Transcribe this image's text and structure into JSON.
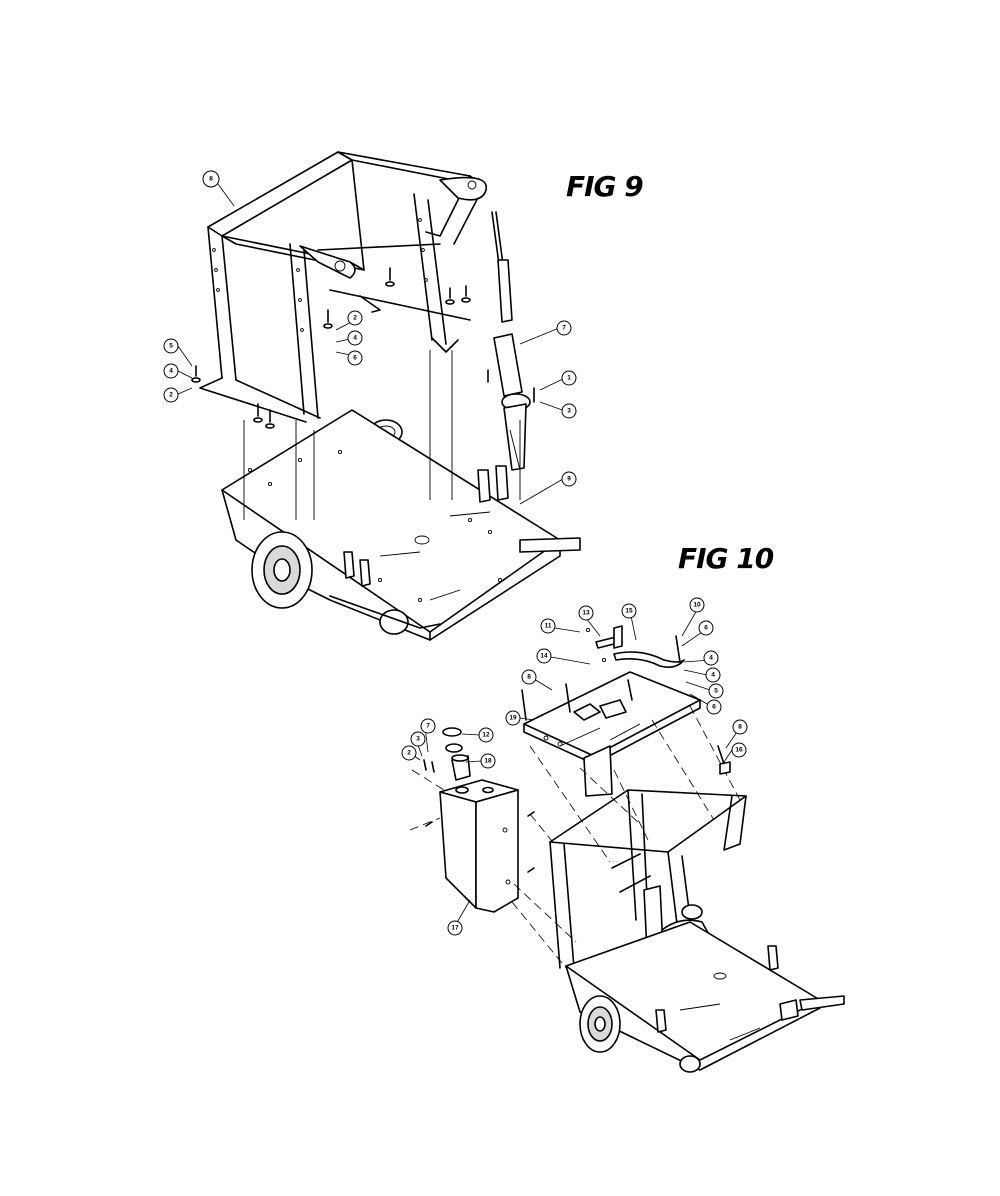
{
  "figures": [
    {
      "id": "fig9",
      "title": "FIG 9"
    },
    {
      "id": "fig10",
      "title": "FIG 10"
    }
  ],
  "callouts_fig9": [
    "8",
    "2",
    "4",
    "6",
    "5",
    "4",
    "2",
    "7",
    "1",
    "3",
    "9"
  ],
  "callouts_fig10": [
    "13",
    "11",
    "14",
    "15",
    "10",
    "6",
    "4",
    "4",
    "5",
    "6",
    "8",
    "19",
    "7",
    "3",
    "2",
    "12",
    "18",
    "8",
    "16",
    "17"
  ]
}
